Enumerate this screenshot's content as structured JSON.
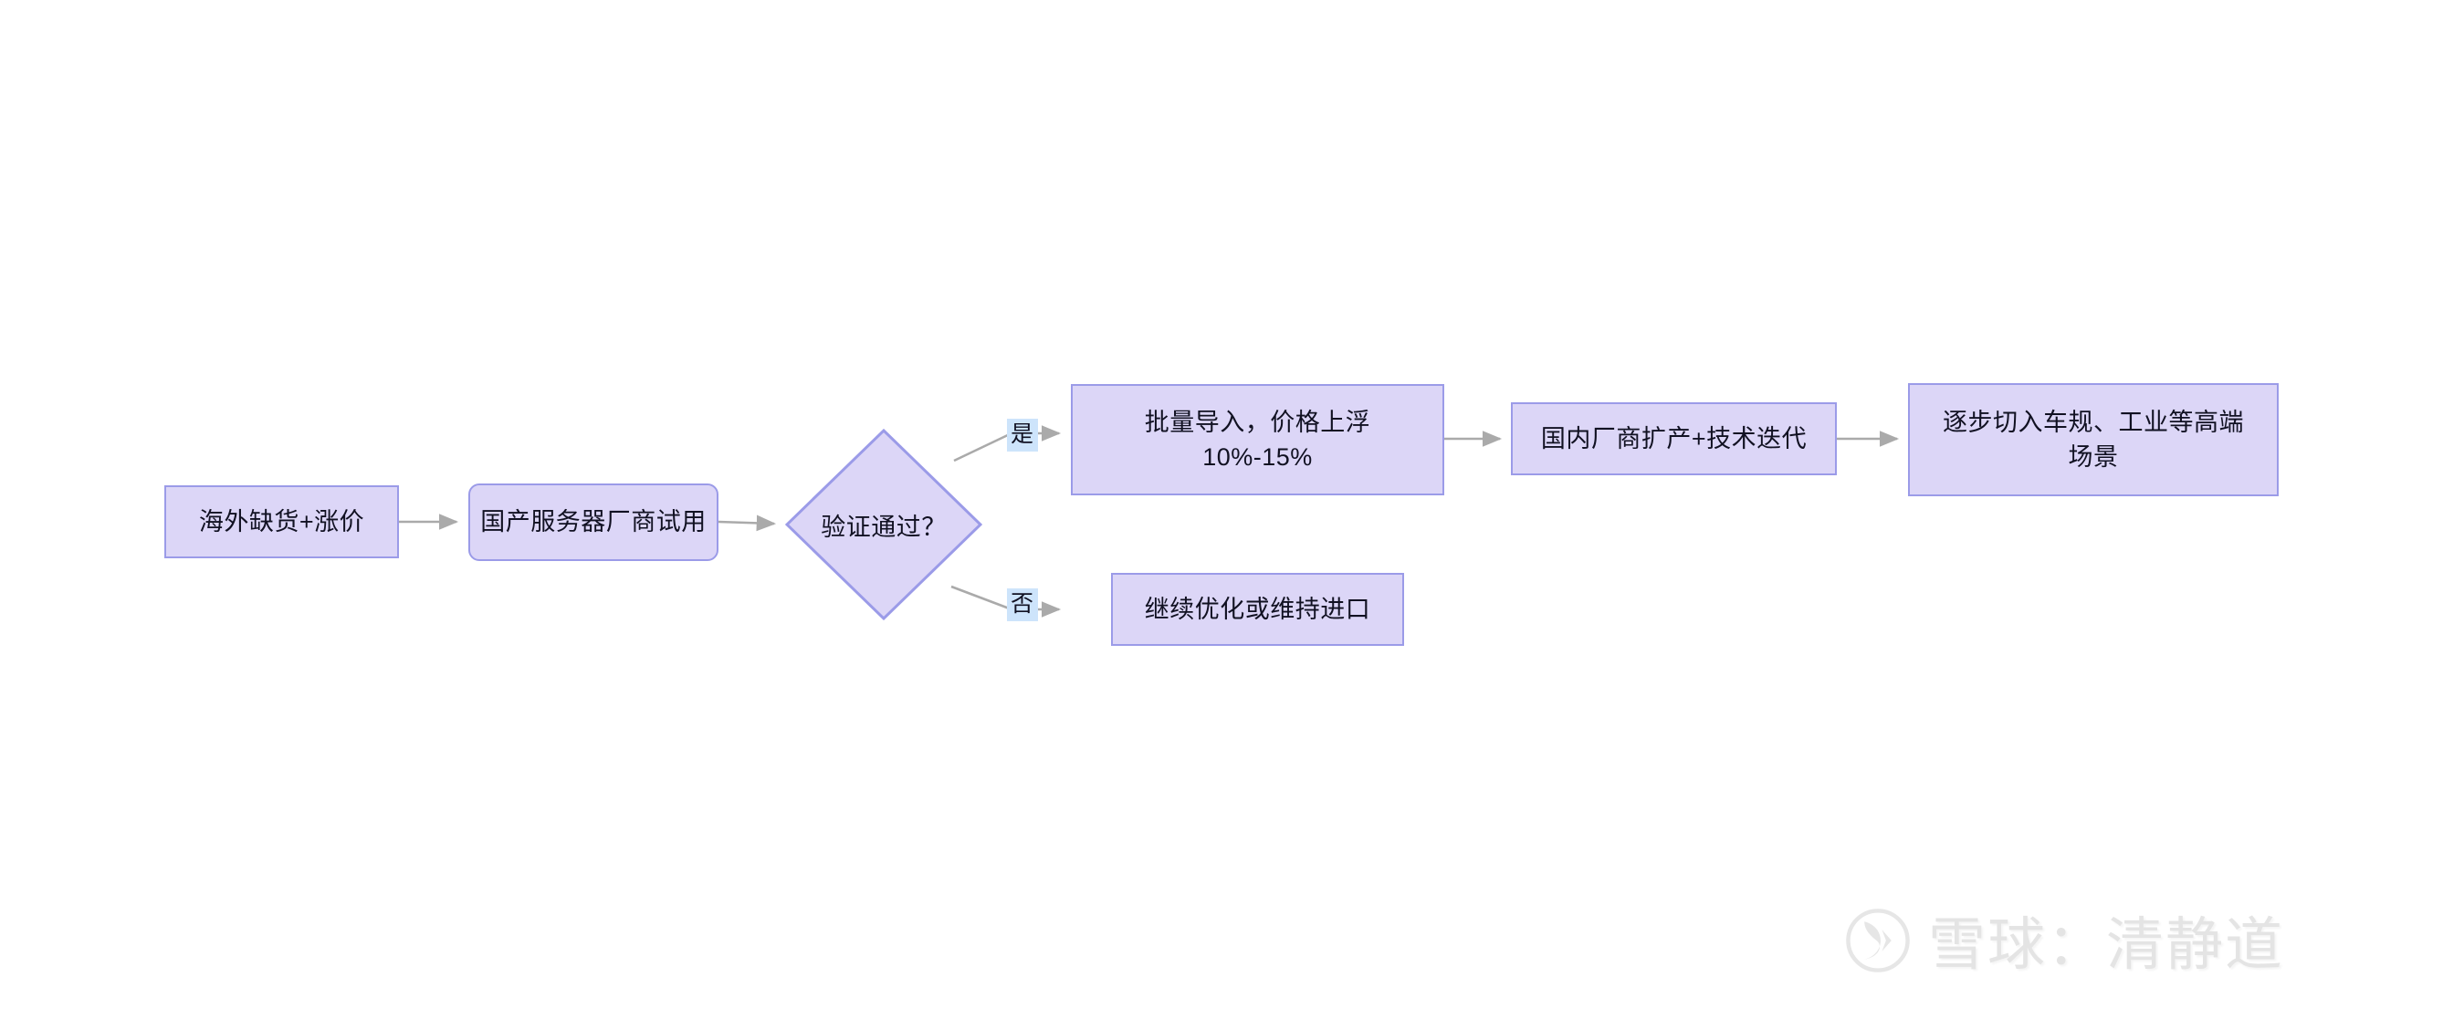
{
  "diagram": {
    "type": "flowchart",
    "direction": "left-to-right",
    "background_color": "#FFFFFF",
    "node_fill_color": "#DCD6F7",
    "node_border_color": "#9B9BE8",
    "edge_color": "#AAAAAA",
    "edge_label_bg_color": "#CDE4FB",
    "text_color": "#111122"
  },
  "nodes": {
    "n1": {
      "label": "海外缺货+涨价",
      "shape": "rectangle"
    },
    "n2": {
      "label": "国产服务器厂商试用",
      "shape": "rounded-rectangle"
    },
    "n3": {
      "label": "验证通过？",
      "shape": "diamond"
    },
    "n4": {
      "label": "批量导入，价格上浮\n10%-15%",
      "shape": "rectangle"
    },
    "n5": {
      "label": "国内厂商扩产+技术迭代",
      "shape": "rectangle"
    },
    "n6": {
      "label": "逐步切入车规、工业等高端\n场景",
      "shape": "rectangle"
    },
    "n7": {
      "label": "继续优化或维持进口",
      "shape": "rectangle"
    }
  },
  "edge_labels": {
    "yes": "是",
    "no": "否"
  },
  "edges": [
    {
      "from": "n1",
      "to": "n2",
      "label": ""
    },
    {
      "from": "n2",
      "to": "n3",
      "label": ""
    },
    {
      "from": "n3",
      "to": "n4",
      "label": "是"
    },
    {
      "from": "n3",
      "to": "n7",
      "label": "否"
    },
    {
      "from": "n4",
      "to": "n5",
      "label": ""
    },
    {
      "from": "n5",
      "to": "n6",
      "label": ""
    }
  ],
  "watermark": {
    "text": "雪球：清静道",
    "logo": "xueqiu-logo-icon"
  }
}
